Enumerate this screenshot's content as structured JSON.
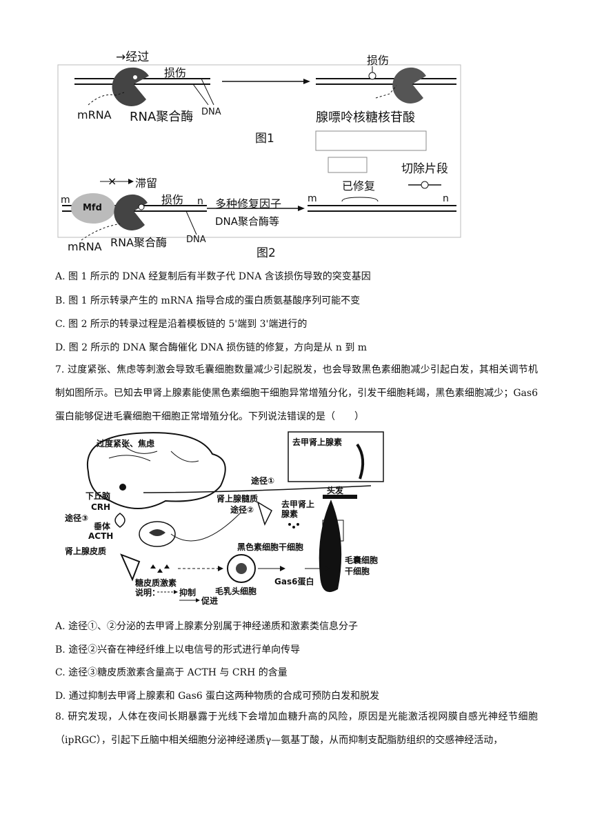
{
  "figure_dna": {
    "top_left": {
      "passed_label": "→经过",
      "damage_label": "损伤",
      "mrna_label": "mRNA",
      "rnap_label": "RNA聚合酶",
      "dna_label": "DNA"
    },
    "top_right": {
      "damage_label": "损伤",
      "purine_label": "腺嘌呤核糖核苷酸"
    },
    "fig1_caption": "图1",
    "cut_label": "切除片段",
    "repaired_label": "已修复",
    "bottom_left": {
      "stall_label": "滞留",
      "damage_label": "损伤",
      "mfd_label": "Mfd",
      "m_label": "m",
      "n_label": "n",
      "mrna_label": "mRNA",
      "rnap_label": "RNA聚合酶",
      "dna_label": "DNA"
    },
    "repair_factors_label": "多种修复因子",
    "dna_polymerase_label": "DNA聚合酶等",
    "bottom_right": {
      "m_label": "m",
      "n_label": "n"
    },
    "fig2_caption": "图2"
  },
  "q6_options": [
    "A. 图 1 所示的 DNA 经复制后有半数子代 DNA 含该损伤导致的突变基因",
    "B. 图 1 所示转录产生的 mRNA 指导合成的蛋白质氨基酸序列可能不变",
    "C. 图 2 所示的转录过程是沿着模板链的 5'端到 3'端进行的",
    "D. 图 2 所示的 DNA 聚合酶催化 DNA 损伤链的修复，方向是从 n 到 m"
  ],
  "q7": {
    "stem": "7. 过度紧张、焦虑等刺激会导致毛囊细胞数量减少引起脱发，也会导致黑色素细胞减少引起白发，其相关调节机制如图所示。已知去甲肾上腺素能使黑色素细胞干细胞异常增殖分化，引发干细胞耗竭，黑色素细胞减少；Gas6 蛋白能够促进毛囊细胞干细胞正常增殖分化。下列说法错误的是（　　）",
    "figure": {
      "stress": "过度紧张、焦虑",
      "hypothalamus": "下丘脑",
      "crh": "CRH",
      "path3": "途径③",
      "pituitary": "垂体",
      "acth": "ACTH",
      "adrenal_cortex": "肾上腺皮质",
      "glucocorticoid": "糖皮质激素",
      "legend_prefix": "说明：",
      "legend_inhibit": "抑制",
      "legend_promote": "促进",
      "path1": "途径①",
      "ne_box": "去甲肾上腺素",
      "hair": "头发",
      "adrenal_medulla": "肾上腺髓质",
      "path2": "途径②",
      "ne_label": "去甲肾上腺素",
      "melanocyte_stem": "黑色素细胞干细胞",
      "dermal_papilla": "毛乳头细胞",
      "gas6": "Gas6蛋白",
      "follicle_stem": "毛囊细胞干细胞"
    },
    "options": [
      "A. 途径①、②分泌的去甲肾上腺素分别属于神经递质和激素类信息分子",
      "B. 途径②兴奋在神经纤维上以电信号的形式进行单向传导",
      "C. 途径③糖皮质激素含量高于 ACTH 与 CRH 的含量",
      "D. 通过抑制去甲肾上腺素和 Gas6 蛋白这两种物质的合成可预防白发和脱发"
    ]
  },
  "q8": {
    "stem": "8. 研究发现，人体在夜间长期暴露于光线下会增加血糖升高的风险，原因是光能激活视网膜自感光神经节细胞（ipRGC），引起下丘脑中相关细胞分泌神经递质γ—氨基丁酸，从而抑制支配脂肪组织的交感神经活动，"
  }
}
